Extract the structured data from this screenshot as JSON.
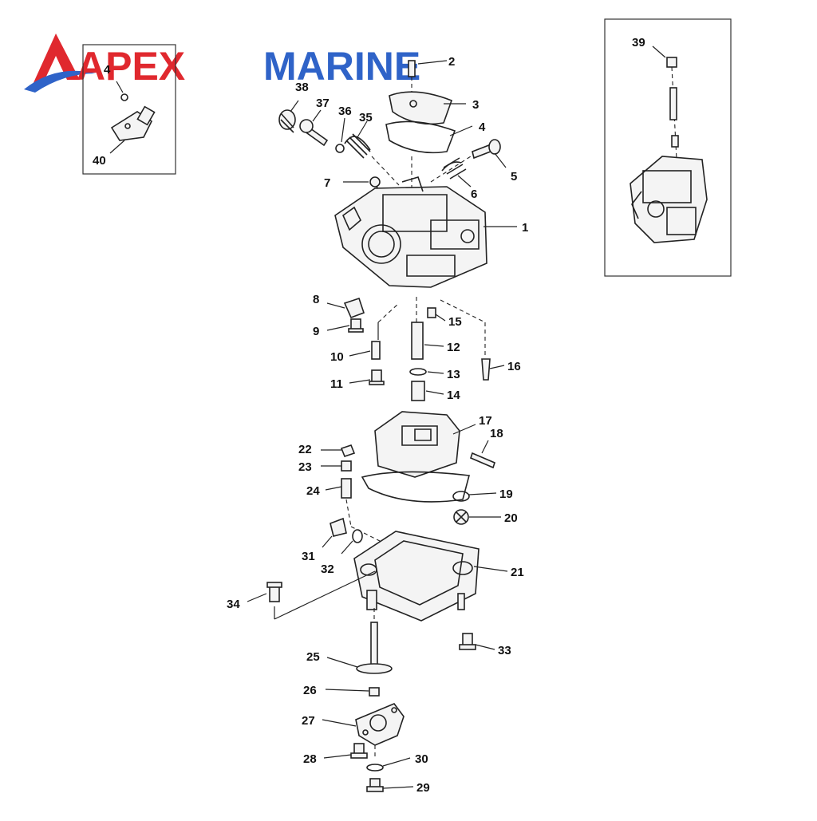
{
  "brand": {
    "word1": "APEX",
    "word2": "MARINE",
    "accent_red": "#e0282e",
    "accent_blue": "#2f63c8",
    "logo_icon": "triangle-swoosh-logo-icon"
  },
  "callouts": [
    "1",
    "2",
    "3",
    "4",
    "5",
    "6",
    "7",
    "8",
    "9",
    "10",
    "11",
    "12",
    "13",
    "14",
    "15",
    "16",
    "17",
    "18",
    "19",
    "20",
    "21",
    "22",
    "23",
    "24",
    "25",
    "26",
    "27",
    "28",
    "29",
    "30",
    "31",
    "32",
    "33",
    "34",
    "35",
    "36",
    "37",
    "38",
    "39",
    "40",
    "4"
  ],
  "insets": {
    "left_labels": [
      "4",
      "40"
    ],
    "right_labels": [
      "39"
    ]
  }
}
